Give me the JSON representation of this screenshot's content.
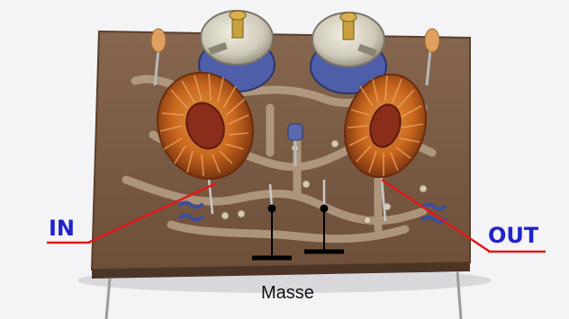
{
  "annotations": {
    "in_label": "IN",
    "out_label": "OUT",
    "ground_label": "Masse"
  },
  "colors": {
    "background": "#f4f4f6",
    "board": "#7a5a44",
    "copper_trace": "#c0aa90",
    "coil_copper": "#c9661e",
    "coil_core": "#8a2d1a",
    "capacitor_orange": "#e0a060",
    "trimmer_blue": "#4e5ea8",
    "pointer_red": "#e01818",
    "label_blue": "#2222cc",
    "ground_symbol": "#000000"
  }
}
